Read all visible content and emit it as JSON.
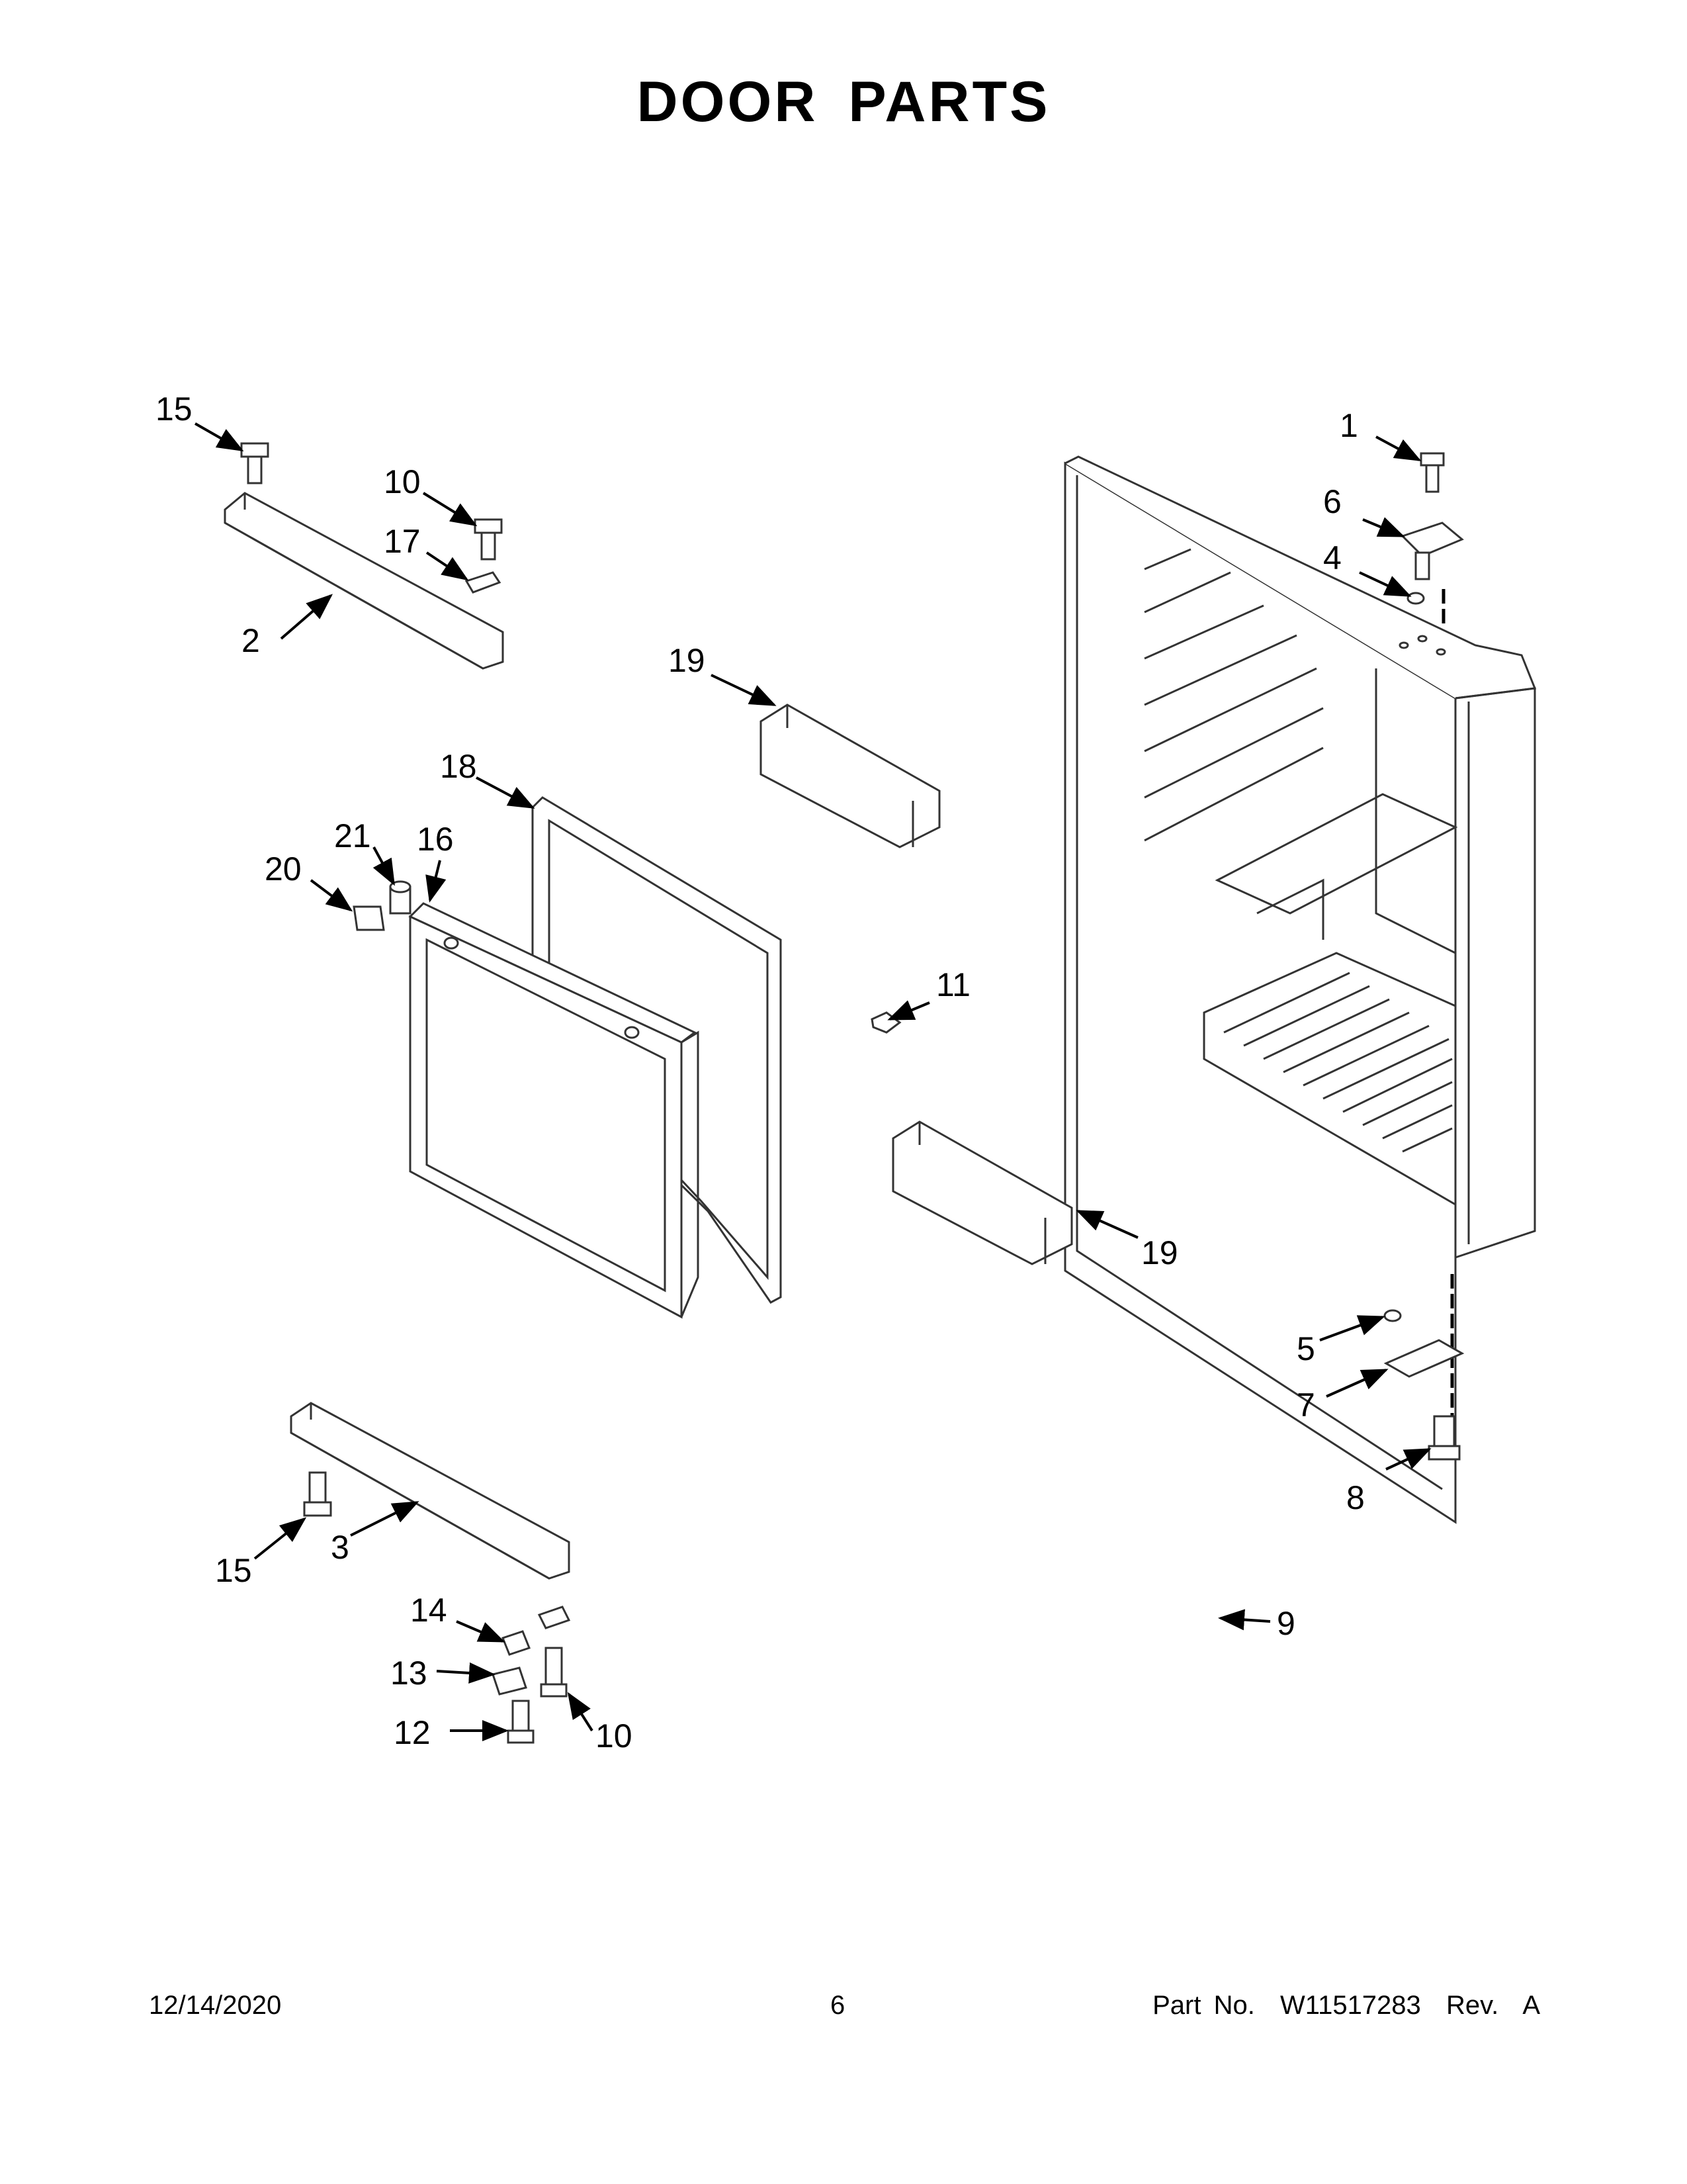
{
  "page_title": "DOOR PARTS",
  "callouts": [
    {
      "id": "c1",
      "label": "1"
    },
    {
      "id": "c2",
      "label": "2"
    },
    {
      "id": "c3",
      "label": "3"
    },
    {
      "id": "c4",
      "label": "4"
    },
    {
      "id": "c5",
      "label": "5"
    },
    {
      "id": "c6",
      "label": "6"
    },
    {
      "id": "c7",
      "label": "7"
    },
    {
      "id": "c8",
      "label": "8"
    },
    {
      "id": "c9",
      "label": "9"
    },
    {
      "id": "c10a",
      "label": "10"
    },
    {
      "id": "c10b",
      "label": "10"
    },
    {
      "id": "c11",
      "label": "11"
    },
    {
      "id": "c12",
      "label": "12"
    },
    {
      "id": "c13",
      "label": "13"
    },
    {
      "id": "c14",
      "label": "14"
    },
    {
      "id": "c15a",
      "label": "15"
    },
    {
      "id": "c15b",
      "label": "15"
    },
    {
      "id": "c16",
      "label": "16"
    },
    {
      "id": "c17",
      "label": "17"
    },
    {
      "id": "c18",
      "label": "18"
    },
    {
      "id": "c19a",
      "label": "19"
    },
    {
      "id": "c19b",
      "label": "19"
    },
    {
      "id": "c20",
      "label": "20"
    },
    {
      "id": "c21",
      "label": "21"
    }
  ],
  "footer": {
    "date": "12/14/2020",
    "page_number": "6",
    "part_info": "Part No.  W11517283  Rev.  A"
  }
}
